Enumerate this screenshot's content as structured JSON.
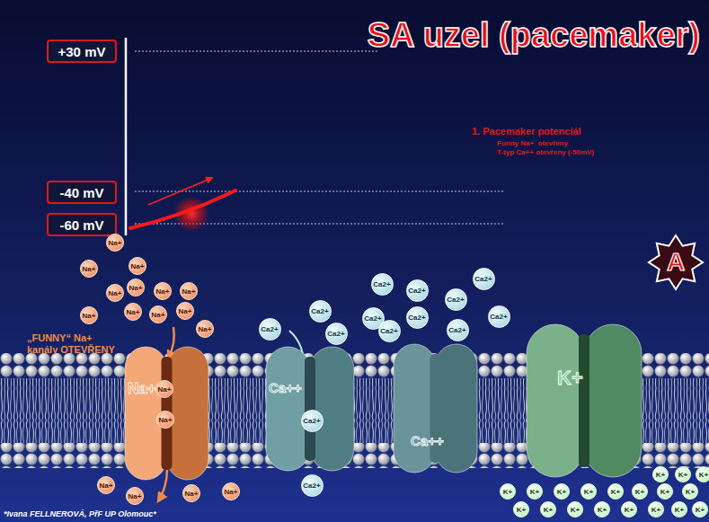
{
  "diagram": {
    "title": "SA uzel (pacemaker)",
    "nodes": [
      {
        "text": [
          "+30 mV"
        ]
      },
      {
        "text": [
          "-40 mV"
        ]
      },
      {
        "text": [
          "-60 mV"
        ]
      },
      {
        "text": [
          "A"
        ]
      },
      {
        "text": [
          "Na+"
        ]
      },
      {
        "text": [
          "Na+"
        ],
        "in": 4
      },
      {
        "text": [
          "Na+"
        ],
        "in": 4
      },
      {
        "text": [
          "Na+"
        ]
      },
      {
        "text": [
          "Na+"
        ]
      },
      {
        "text": [
          "Na+"
        ]
      },
      {
        "text": [
          "Na+"
        ]
      },
      {
        "text": [
          "Na+"
        ]
      },
      {
        "text": [
          "Na+"
        ]
      },
      {
        "text": [
          "Na+"
        ]
      },
      {
        "text": [
          "Na+"
        ]
      },
      {
        "text": [
          "Na+"
        ]
      },
      {
        "text": [
          "Na+"
        ]
      },
      {
        "text": [
          "Na+"
        ]
      },
      {
        "text": [
          "Na+"
        ]
      },
      {
        "text": [
          "Na+"
        ]
      },
      {
        "text": [
          "Na+"
        ]
      },
      {
        "text": [
          "Na+"
        ]
      },
      {
        "text": [
          "Na+"
        ]
      },
      {
        "text": [
          "Ca++"
        ]
      },
      {
        "text": [
          "Ca2+"
        ],
        "in": 23
      },
      {
        "text": [
          "Ca++"
        ]
      },
      {
        "text": [
          "K+"
        ]
      },
      {
        "text": [
          "Ca2+"
        ]
      },
      {
        "text": [
          "Ca2+"
        ]
      },
      {
        "text": [
          "Ca2+"
        ]
      },
      {
        "text": [
          "Ca2+"
        ]
      },
      {
        "text": [
          "Ca2+"
        ]
      },
      {
        "text": [
          "Ca2+"
        ]
      },
      {
        "text": [
          "Ca2+"
        ]
      },
      {
        "text": [
          "Ca2+"
        ]
      },
      {
        "text": [
          "Ca2+"
        ]
      },
      {
        "text": [
          "Ca2+"
        ]
      },
      {
        "text": [
          "Ca2+"
        ]
      },
      {
        "text": [
          "Ca2+"
        ]
      },
      {
        "text": [
          "Ca2+"
        ]
      },
      {
        "text": [
          "K+"
        ]
      },
      {
        "text": [
          "K+"
        ]
      },
      {
        "text": [
          "K+"
        ]
      },
      {
        "text": [
          "K+"
        ]
      },
      {
        "text": [
          "K+"
        ]
      },
      {
        "text": [
          "K+"
        ]
      },
      {
        "text": [
          "K+"
        ]
      },
      {
        "text": [
          "K+"
        ]
      },
      {
        "text": [
          "K+"
        ]
      },
      {
        "text": [
          "K+"
        ]
      },
      {
        "text": [
          "K+"
        ]
      },
      {
        "text": [
          "K+"
        ]
      },
      {
        "text": [
          "K+"
        ]
      },
      {
        "text": [
          "K+"
        ]
      },
      {
        "text": [
          "K+"
        ]
      },
      {
        "text": [
          "K+"
        ]
      },
      {
        "text": [
          "K+"
        ]
      },
      {
        "text": [
          "K+"
        ]
      },
      {
        "text": [
          "K+"
        ]
      }
    ],
    "labels": [
      "1. Pacemaker potenciál",
      "Funny Na+  otevřeny",
      "T-typ Ca++ otevřeny (-50mV)",
      "„FUNNY“ Na+ kanály OTEVŘENY",
      "*Ivana FELLNEROVÁ, PřF UP Olomouc*"
    ]
  }
}
